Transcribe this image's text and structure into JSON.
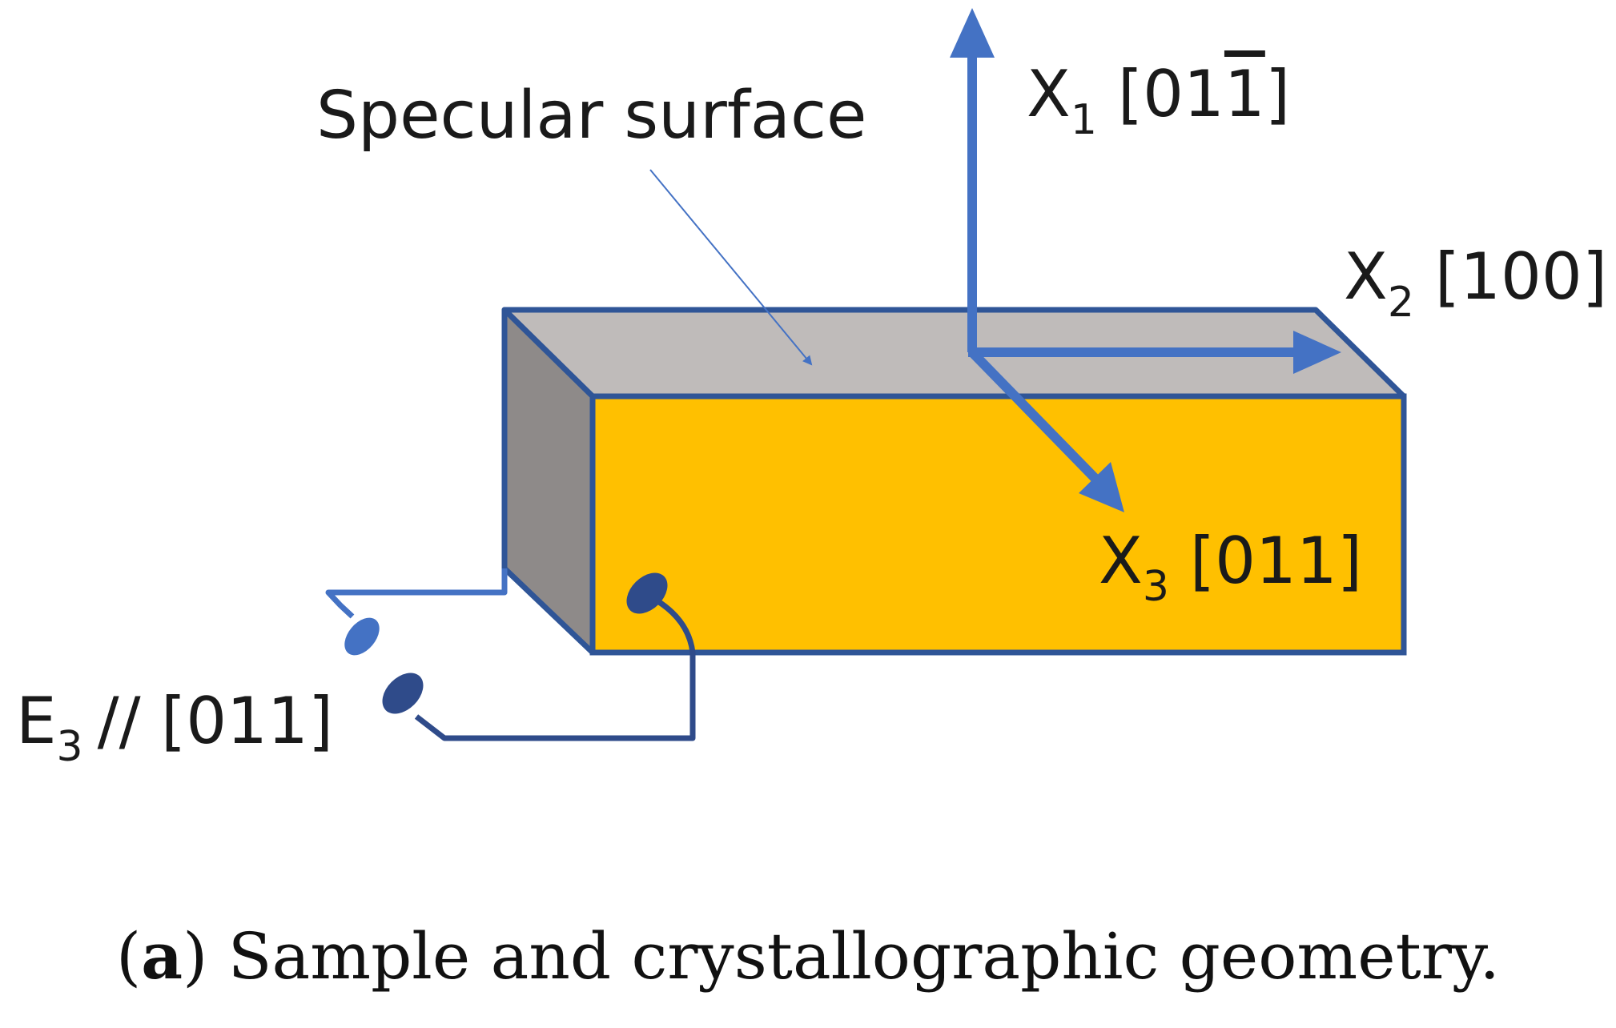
{
  "labels": {
    "specular": "Specular surface",
    "x1_axis": "X",
    "x1_sub": "1",
    "x1_dir_a": "[01",
    "x1_dir_b": "1",
    "x1_dir_c": "]",
    "x2_axis": "X",
    "x2_sub": "2",
    "x2_dir": "[100]",
    "x3_axis": "X",
    "x3_sub": "3",
    "x3_dir": "[011]",
    "e3_axis": "E",
    "e3_sub": "3",
    "e3_dir": "// [011]"
  },
  "caption": {
    "letter": "a",
    "text": "Sample and crystallographic geometry."
  },
  "colors": {
    "front_face": "#FFC000",
    "top_face": "#BFBBBA",
    "side_face": "#8E8A89",
    "outline": "#2F5597",
    "axis": "#4472C4",
    "electrode_light": "#4472C4",
    "electrode_dark": "#2F4B8A"
  }
}
